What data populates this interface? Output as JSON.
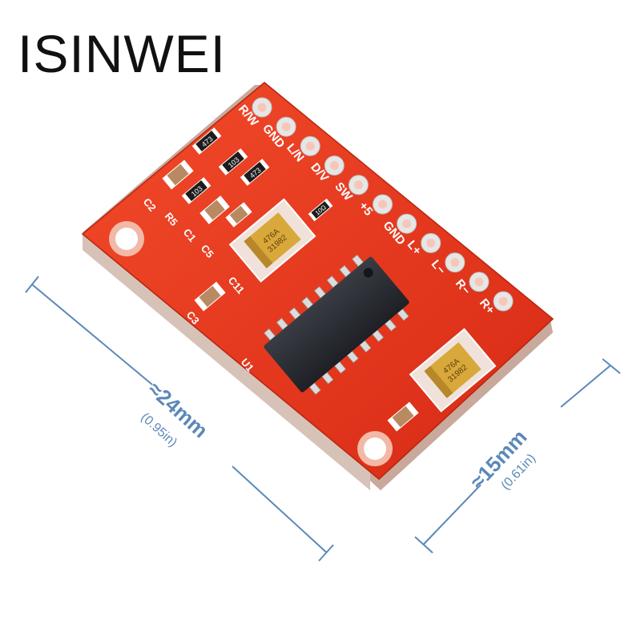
{
  "brand": {
    "text": "ISINWEI"
  },
  "dimensions": {
    "length": {
      "value": "≈24mm",
      "imperial": "(0.95in)"
    },
    "width": {
      "value": "≈15mm",
      "imperial": "(0.61in)"
    }
  },
  "board": {
    "pin_labels": [
      "R/W",
      "GND",
      "L/N",
      "D/V",
      "SW",
      "+5",
      "GND",
      "L+",
      "L−",
      "R−",
      "R+"
    ],
    "silkscreen": {
      "c1": "C1",
      "c2": "C2",
      "c3": "C3",
      "c5": "C5",
      "c11": "C11",
      "r5": "R5",
      "u1": "U1"
    },
    "resistor_codes": {
      "r1": "473",
      "r2": "103",
      "r3": "473",
      "r4": "103",
      "r5": "10Ω"
    },
    "capacitor_codes": {
      "cap1_line1": "476A",
      "cap1_line2": "31982",
      "cap2_line1": "476A",
      "cap2_line2": "31982"
    }
  },
  "colors": {
    "board": "#e8321c",
    "board_shadow": "#b82010",
    "chip": "#2a2c33",
    "pad": "#d9d9d9",
    "capacitor": "#d9a83a",
    "dimension_line": "#5b89b8"
  }
}
